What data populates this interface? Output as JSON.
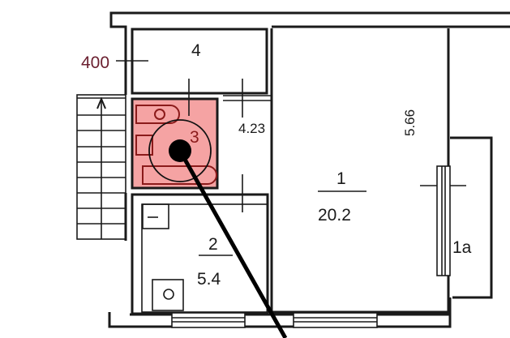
{
  "plan": {
    "dimension_left": "400",
    "dimension_width": "4.23",
    "dimension_height": "5.66",
    "rooms": [
      {
        "number": "1",
        "area": "20.2"
      },
      {
        "number": "2",
        "area": "5.4"
      },
      {
        "number": "3",
        "area": ""
      },
      {
        "number": "4",
        "area": ""
      },
      {
        "number": "1a",
        "area": ""
      }
    ]
  },
  "colors": {
    "highlight_fill": "#f5a3a3",
    "highlight_stroke": "#8b1a1a",
    "dimension_text": "#6b2030",
    "wall": "#1a1a1a"
  }
}
